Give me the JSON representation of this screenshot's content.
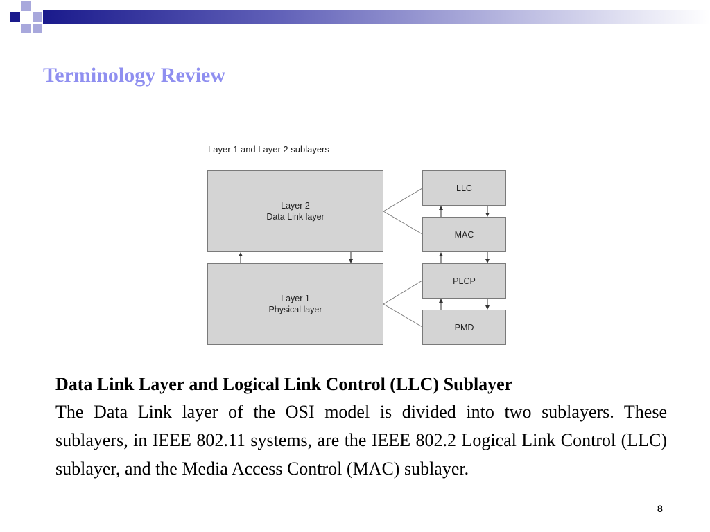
{
  "slide": {
    "title": "Terminology Review",
    "page_number": "8",
    "colors": {
      "title": "#8f8ff0",
      "accent_dark": "#1a1a8c",
      "accent_light": "#9a9ad8",
      "box_fill": "#d4d4d4",
      "box_border": "#7a7a7a"
    }
  },
  "figure": {
    "caption": "Layer 1 and Layer 2 sublayers",
    "layer2": {
      "line1": "Layer 2",
      "line2": "Data Link layer"
    },
    "layer1": {
      "line1": "Layer 1",
      "line2": "Physical layer"
    },
    "sublayers": {
      "llc": "LLC",
      "mac": "MAC",
      "plcp": "PLCP",
      "pmd": "PMD"
    }
  },
  "body": {
    "heading": "Data Link Layer and Logical Link Control (LLC) Sublayer",
    "paragraph": "The Data Link layer of the OSI model is divided into two sublayers. These sublayers, in IEEE 802.11 systems, are the IEEE 802.2 Logical Link Control (LLC) sublayer, and the Media Access Control (MAC) sublayer."
  }
}
